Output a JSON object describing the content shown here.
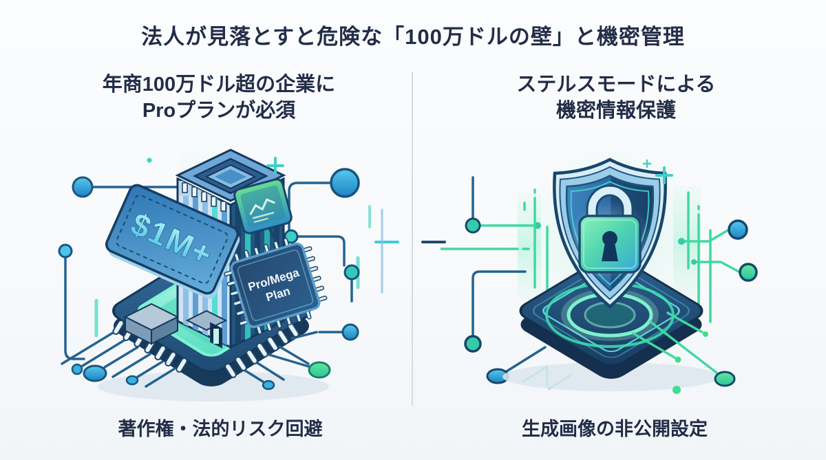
{
  "title": "法人が見落とすと危険な「100万ドルの壁」と機密管理",
  "left_panel": {
    "heading_line1": "年商100万ドル超の企業に",
    "heading_line2": "Proプランが必須",
    "caption": "著作権・法的リスク回避",
    "sign_text": "$1M+",
    "chip_text_line1": "Pro/Mega",
    "chip_text_line2": "Plan"
  },
  "right_panel": {
    "heading_line1": "ステルスモードによる",
    "heading_line2": "機密情報保護",
    "caption": "生成画像の非公開設定"
  },
  "colors": {
    "background": "#f7f9fb",
    "text": "#222d47",
    "divider": "#d6dbe0",
    "accent_blue": "#2f8fd0",
    "accent_cyan": "#4fc8e8",
    "accent_teal": "#3fd9a0",
    "platform_navy": "#24577f",
    "shield_blue": "#2e6ba2",
    "lock_green": "#5fe8ae"
  }
}
